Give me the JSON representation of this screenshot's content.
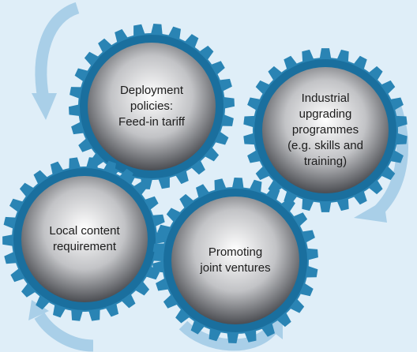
{
  "diagram": {
    "colors": {
      "background": "#dfeef8",
      "gear": "#2a84b4",
      "gear_rim": "#1a6f9e",
      "disc_light": "#ffffff",
      "disc_mid": "#c2c3c6",
      "disc_dark": "#4b4d52",
      "arrow": "#a9cfe8",
      "text": "#1c1c1c"
    },
    "gears": [
      {
        "id": "deployment",
        "label": "Deployment\npolicies:\nFeed-in tariff"
      },
      {
        "id": "industrial",
        "label": "Industrial\nupgrading\nprogrammes\n(e.g. skills and\ntraining)"
      },
      {
        "id": "local",
        "label": "Local content\nrequirement"
      },
      {
        "id": "joint",
        "label": "Promoting\njoint ventures"
      }
    ],
    "arrow_icon": "circular-cycle-arrow"
  }
}
